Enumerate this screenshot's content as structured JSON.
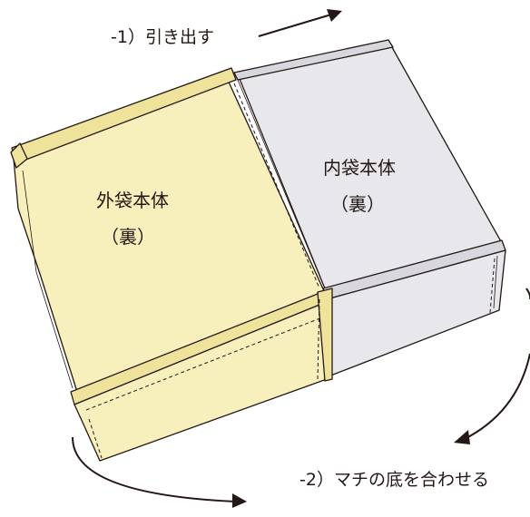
{
  "steps": {
    "step1_label": "-1）引き出す",
    "step2_label": "-2）マチの底を合わせる"
  },
  "panels": {
    "outer_bag": {
      "name": "外袋本体",
      "side": "（裏）"
    },
    "inner_bag": {
      "name": "内袋本体",
      "side": "（裏）"
    }
  },
  "colors": {
    "outer_fill": "#f7f0bd",
    "outer_edge": "#efe29a",
    "inner_fill": "#e8e7ec",
    "inner_edge": "#d8d7de",
    "outline": "#231815"
  },
  "icons": [
    "arrow-right-icon",
    "curved-arrow-icon"
  ]
}
